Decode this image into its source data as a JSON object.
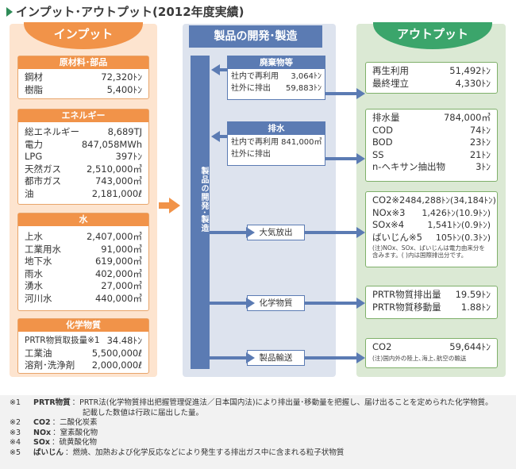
{
  "title": "インプット･アウトプット(2012年度実績)",
  "headers": {
    "input": "インプット",
    "process": "製品の開発･製造",
    "output": "アウトプット"
  },
  "process_bar": "製品の開発･製造",
  "inputs": {
    "materials": {
      "title": "原材料･部品",
      "rows": [
        {
          "k": "鋼材",
          "v": "72,320ﾄﾝ"
        },
        {
          "k": "樹脂",
          "v": "5,400ﾄﾝ"
        }
      ]
    },
    "energy": {
      "title": "エネルギー",
      "rows": [
        {
          "k": "総エネルギー",
          "v": "8,689TJ"
        },
        {
          "k": "電力",
          "v": "847,058MWh"
        },
        {
          "k": "LPG",
          "v": "397ﾄﾝ"
        },
        {
          "k": "天然ガス",
          "v": "2,510,000㎥"
        },
        {
          "k": "都市ガス",
          "v": "743,000㎥"
        },
        {
          "k": "油",
          "v": "2,181,000ℓ"
        }
      ]
    },
    "water": {
      "title": "水",
      "rows": [
        {
          "k": "上水",
          "v": "2,407,000㎥"
        },
        {
          "k": "工業用水",
          "v": "91,000㎥"
        },
        {
          "k": "地下水",
          "v": "619,000㎥"
        },
        {
          "k": "雨水",
          "v": "402,000㎥"
        },
        {
          "k": "湧水",
          "v": "27,000㎥"
        },
        {
          "k": "河川水",
          "v": "440,000㎥"
        }
      ]
    },
    "chemicals": {
      "title": "化学物質",
      "rows": [
        {
          "k": "PRTR物質取扱量※1",
          "v": "34.48ﾄﾝ"
        },
        {
          "k": "工業油",
          "v": "5,500,000ℓ"
        },
        {
          "k": "溶剤･洗浄剤",
          "v": "2,000,000ℓ"
        }
      ]
    }
  },
  "process": {
    "waste": {
      "title": "廃棄物等",
      "rows": [
        {
          "k": "社内で再利用",
          "v": "3,064ﾄﾝ"
        },
        {
          "k": "社外に排出",
          "v": "59,883ﾄﾝ"
        }
      ]
    },
    "wastewater": {
      "title": "排水",
      "rows": [
        {
          "k": "社内で再利用 841,000㎥",
          "v": ""
        },
        {
          "k": "社外に排出",
          "v": ""
        }
      ]
    },
    "air": "大気放出",
    "chem": "化学物質",
    "transport": "製品輸送"
  },
  "outputs": {
    "recycle": [
      {
        "k": "再生利用",
        "v": "51,492ﾄﾝ"
      },
      {
        "k": "最終埋立",
        "v": "4,330ﾄﾝ"
      }
    ],
    "water": [
      {
        "k": "排水量",
        "v": "784,000㎥"
      },
      {
        "k": "COD",
        "v": "74ﾄﾝ"
      },
      {
        "k": "BOD",
        "v": "23ﾄﾝ"
      },
      {
        "k": "SS",
        "v": "21ﾄﾝ"
      },
      {
        "k": "n-ヘキサン抽出物",
        "v": "3ﾄﾝ"
      }
    ],
    "air": [
      {
        "k": "CO2※2",
        "v": "484,288ﾄﾝ(34,184ﾄﾝ)"
      },
      {
        "k": "NOx※3",
        "v": "1,426ﾄﾝ(10.9ﾄﾝ)"
      },
      {
        "k": "SOx※4",
        "v": "1,541ﾄﾝ(0.9ﾄﾝ)"
      },
      {
        "k": "ばいじん※5",
        "v": "105ﾄﾝ(0.3ﾄﾝ)"
      }
    ],
    "air_note": "(注)NOx、SOx、ばいじんは電力由来分を含みます。( )内は国際排出分です。",
    "prtr": [
      {
        "k": "PRTR物質排出量",
        "v": "19.59ﾄﾝ"
      },
      {
        "k": "PRTR物質移動量",
        "v": "1.88ﾄﾝ"
      }
    ],
    "transport": [
      {
        "k": "CO2",
        "v": "59,644ﾄﾝ"
      }
    ],
    "transport_note": "(注)国内外の陸上､海上､航空の輸送"
  },
  "footnotes": [
    {
      "m": "※1",
      "k": "PRTR物質",
      "t": "：PRTR法(化学物質排出把握管理促進法／日本国内法)により排出量･移動量を把握し、届け出ることを定められた化学物質。"
    },
    {
      "m": "",
      "k": "",
      "t": "記載した数値は行政に届出した量。"
    },
    {
      "m": "※2",
      "k": "CO2",
      "t": "：二酸化炭素"
    },
    {
      "m": "※3",
      "k": "NOx",
      "t": "：窒素酸化物"
    },
    {
      "m": "※4",
      "k": "SOx",
      "t": "：硫黄酸化物"
    },
    {
      "m": "※5",
      "k": "ばいじん",
      "t": "：燃焼、加熱および化学反応などにより発生する排出ガス中に含まれる粒子状物質"
    }
  ],
  "colors": {
    "input": "#f19349",
    "process": "#5b7bb3",
    "output": "#3ba56b"
  }
}
